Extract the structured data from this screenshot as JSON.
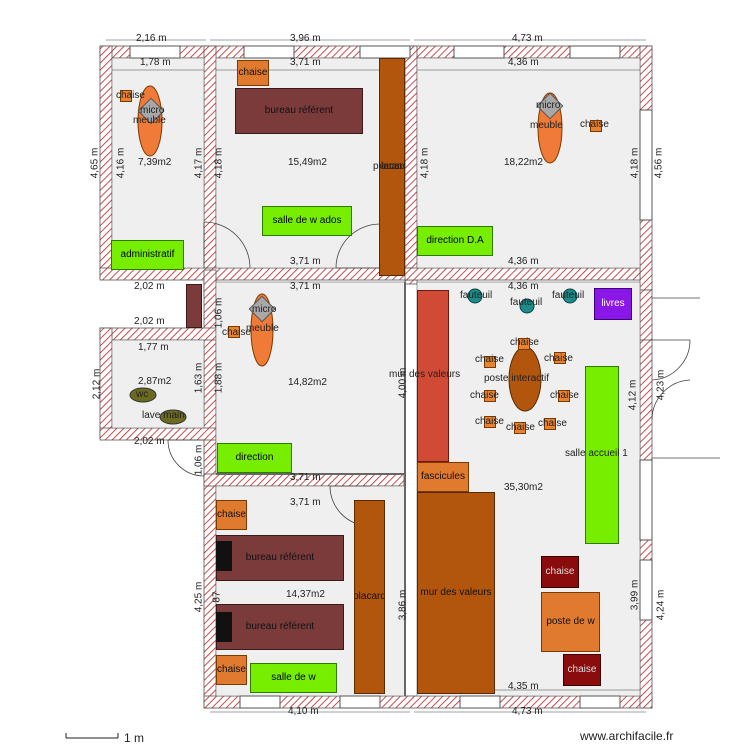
{
  "dims": {
    "top_216": "2,16 m",
    "top_396": "3,96 m",
    "top_473": "4,73 m",
    "in_178": "1,78 m",
    "in_371_a": "3,71 m",
    "in_436_a": "4,36 m",
    "v_465": "4,65 m",
    "v_416": "4,16 m",
    "v_417": "4,17 m",
    "v_418_a": "4,18 m",
    "v_418_b": "4,18 m",
    "v_418_c": "4,18 m",
    "v_456": "4,56 m",
    "mid_371_b": "3,71 m",
    "mid_436_b": "4,36 m",
    "mid_202_a": "2,02 m",
    "mid_371_c": "3,71 m",
    "mid_436_c": "4,36 m",
    "mid_202_b": "2,02 m",
    "v_106_a": "1,06 m",
    "in_177": "1,77 m",
    "v_212": "2,12 m",
    "v_163": "1,63 m",
    "v_188": "1,88 m",
    "v_400": "4,00 m",
    "v_412": "4,12 m",
    "v_423": "4,23 m",
    "mid_202_c": "2,02 m",
    "v_106_b": "1,06 m",
    "mid_371_d": "3,71 m",
    "mid_371_e": "3,71 m",
    "v_425": "4,25 m",
    "v_87": "87",
    "v_386": "3,86 m",
    "v_399": "3,99 m",
    "v_424": "4,24 m",
    "bot_435": "4,35 m",
    "bot_410": "4,10 m",
    "bot_473": "4,73 m"
  },
  "areas": {
    "a1": "7,39m2",
    "a2": "15,49m2",
    "a3": "18,22m2",
    "a4": "14,82m2",
    "a5": "2,87m2",
    "a6": "35,30m2",
    "a7": "14,37m2"
  },
  "furniture": {
    "chaise": "chaise",
    "micro": "micro",
    "meuble": "meuble",
    "bureau_referent": "bureau référent",
    "placard": "placard",
    "salle_w_ados": "salle de w ados",
    "direction_da": "direction D.A",
    "administratif": "administratif",
    "fauteuil": "fauteuil",
    "livres": "livres",
    "mur_valeurs": "mur des valeurs",
    "poste_interactif": "poste interactif",
    "salle_accueil": "salle accueil 1",
    "wc": "wc",
    "lave_main": "lave main",
    "direction": "direction",
    "fascicules": "fascicules",
    "poste_w": "poste de w",
    "salle_w": "salle de w"
  },
  "footer": {
    "scale": "1 m",
    "site": "www.archifacile.fr"
  },
  "colors": {
    "wall_hatch": "#c02020",
    "room_floor": "#efefef"
  }
}
